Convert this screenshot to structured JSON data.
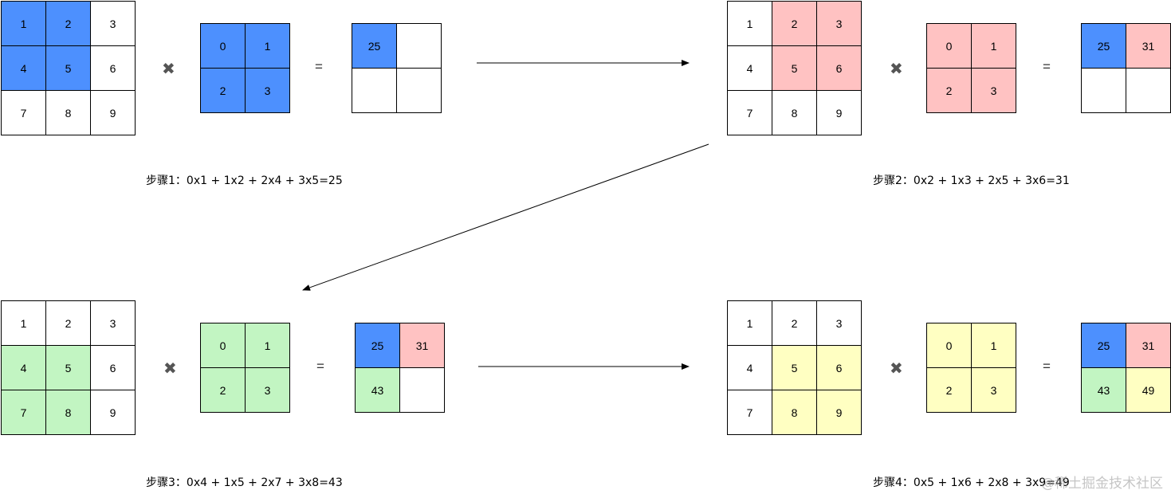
{
  "colors": {
    "blue": "#4d90fe",
    "pink": "#ffc2c2",
    "green": "#c2f5c2",
    "yellow": "#ffffc2",
    "white": "#ffffff"
  },
  "operators": {
    "times": "✖",
    "equals": "="
  },
  "steps": [
    {
      "input": {
        "values": [
          [
            "1",
            "2",
            "3"
          ],
          [
            "4",
            "5",
            "6"
          ],
          [
            "7",
            "8",
            "9"
          ]
        ],
        "fill": [
          [
            "blue",
            "blue",
            "white"
          ],
          [
            "blue",
            "blue",
            "white"
          ],
          [
            "white",
            "white",
            "white"
          ]
        ]
      },
      "kernel": {
        "values": [
          [
            "0",
            "1"
          ],
          [
            "2",
            "3"
          ]
        ],
        "fill": "blue"
      },
      "output": {
        "values": [
          [
            "25",
            ""
          ],
          [
            "",
            ""
          ]
        ],
        "fill": [
          [
            "blue",
            "white"
          ],
          [
            "white",
            "white"
          ]
        ]
      },
      "caption": "步骤1：0x1 + 1x2 + 2x4 + 3x5=25"
    },
    {
      "input": {
        "values": [
          [
            "1",
            "2",
            "3"
          ],
          [
            "4",
            "5",
            "6"
          ],
          [
            "7",
            "8",
            "9"
          ]
        ],
        "fill": [
          [
            "white",
            "pink",
            "pink"
          ],
          [
            "white",
            "pink",
            "pink"
          ],
          [
            "white",
            "white",
            "white"
          ]
        ]
      },
      "kernel": {
        "values": [
          [
            "0",
            "1"
          ],
          [
            "2",
            "3"
          ]
        ],
        "fill": "pink"
      },
      "output": {
        "values": [
          [
            "25",
            "31"
          ],
          [
            "",
            ""
          ]
        ],
        "fill": [
          [
            "blue",
            "pink"
          ],
          [
            "white",
            "white"
          ]
        ]
      },
      "caption": "步骤2：0x2 + 1x3 + 2x5 + 3x6=31"
    },
    {
      "input": {
        "values": [
          [
            "1",
            "2",
            "3"
          ],
          [
            "4",
            "5",
            "6"
          ],
          [
            "7",
            "8",
            "9"
          ]
        ],
        "fill": [
          [
            "white",
            "white",
            "white"
          ],
          [
            "green",
            "green",
            "white"
          ],
          [
            "green",
            "green",
            "white"
          ]
        ]
      },
      "kernel": {
        "values": [
          [
            "0",
            "1"
          ],
          [
            "2",
            "3"
          ]
        ],
        "fill": "green"
      },
      "output": {
        "values": [
          [
            "25",
            "31"
          ],
          [
            "43",
            ""
          ]
        ],
        "fill": [
          [
            "blue",
            "pink"
          ],
          [
            "green",
            "white"
          ]
        ]
      },
      "caption": "步骤3：0x4 + 1x5 + 2x7 + 3x8=43"
    },
    {
      "input": {
        "values": [
          [
            "1",
            "2",
            "3"
          ],
          [
            "4",
            "5",
            "6"
          ],
          [
            "7",
            "8",
            "9"
          ]
        ],
        "fill": [
          [
            "white",
            "white",
            "white"
          ],
          [
            "white",
            "yellow",
            "yellow"
          ],
          [
            "white",
            "yellow",
            "yellow"
          ]
        ]
      },
      "kernel": {
        "values": [
          [
            "0",
            "1"
          ],
          [
            "2",
            "3"
          ]
        ],
        "fill": "yellow"
      },
      "output": {
        "values": [
          [
            "25",
            "31"
          ],
          [
            "43",
            "49"
          ]
        ],
        "fill": [
          [
            "blue",
            "pink"
          ],
          [
            "green",
            "yellow"
          ]
        ]
      },
      "caption": "步骤4：0x5 + 1x6 + 2x8 + 3x9=49"
    }
  ],
  "watermark": "@稀土掘金技术社区"
}
